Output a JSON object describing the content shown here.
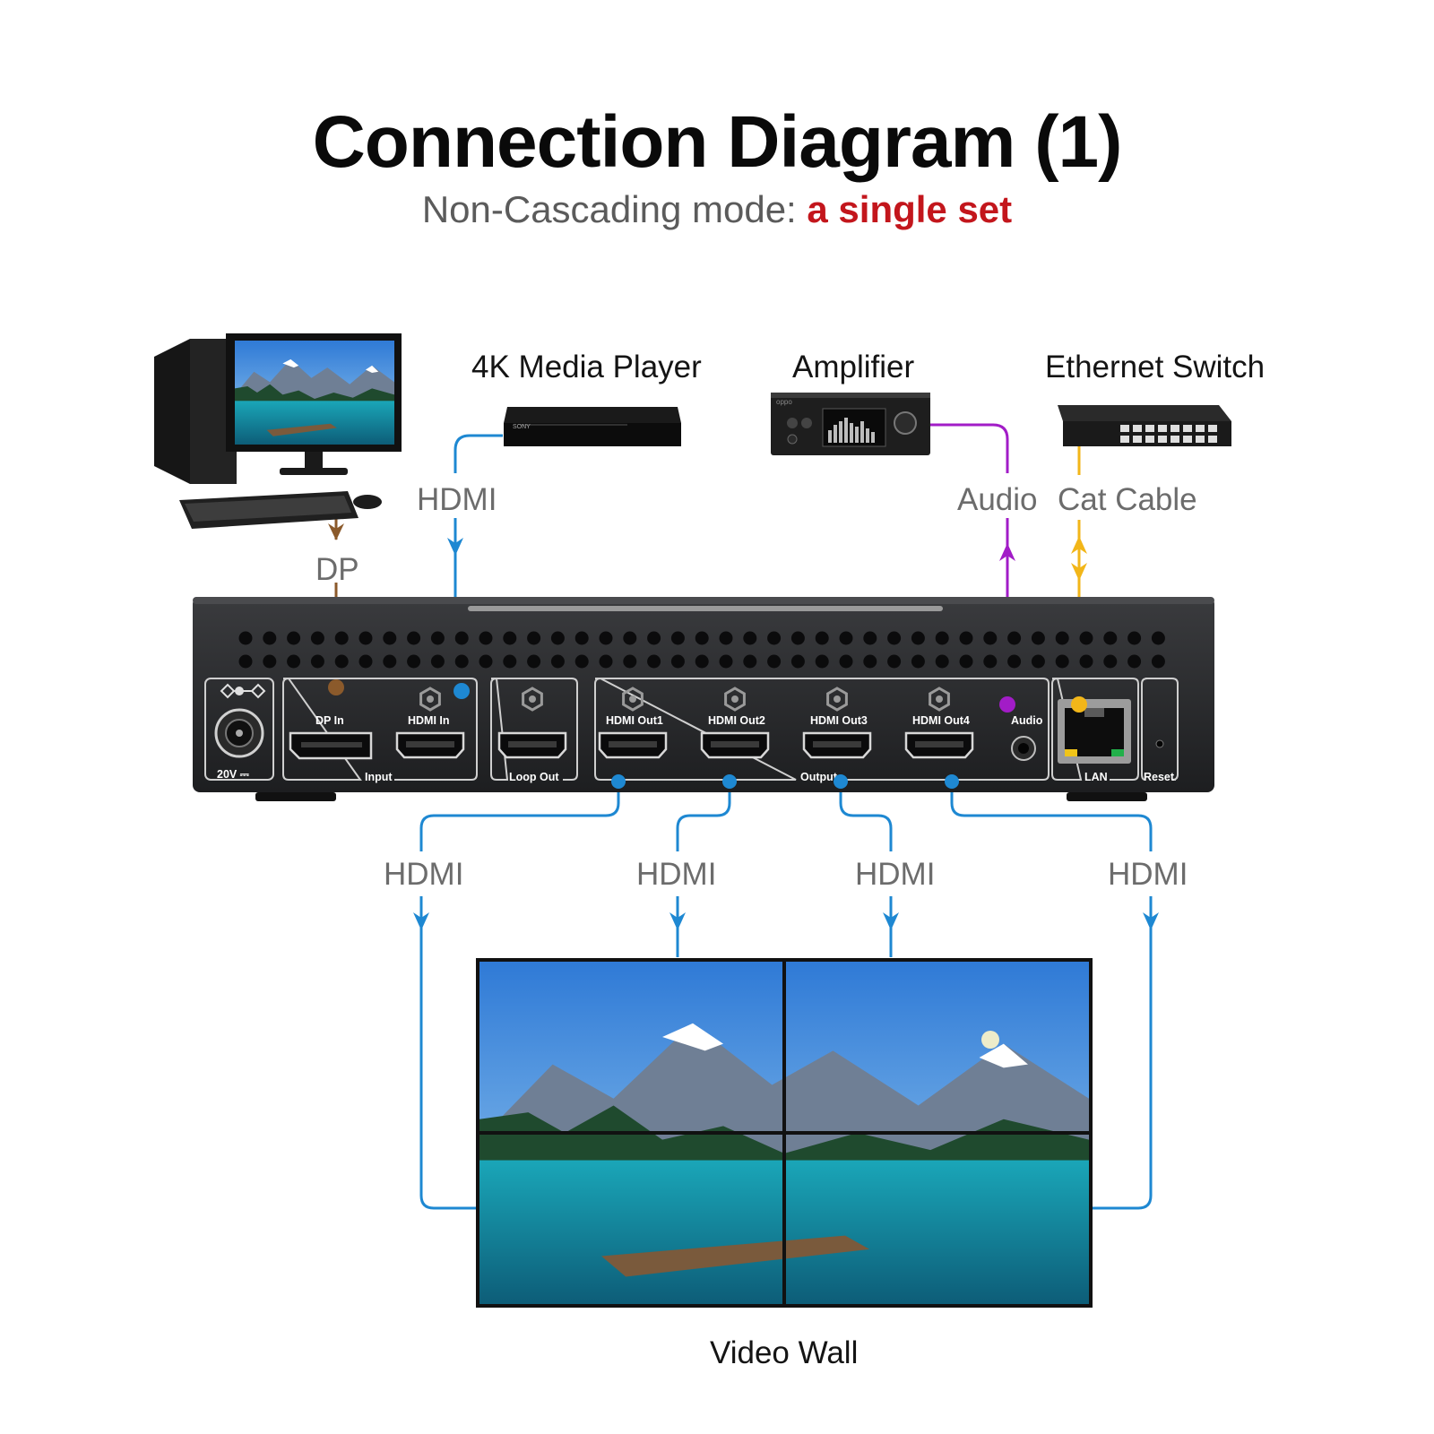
{
  "title": "Connection Diagram (1)",
  "subtitle": {
    "prefix": "Non-Cascading mode:",
    "highlight": "a single set"
  },
  "devices": {
    "media_player": "4K Media Player",
    "amplifier": "Amplifier",
    "ethernet_switch": "Ethernet Switch",
    "video_wall": "Video Wall"
  },
  "cables": {
    "dp": "DP",
    "hdmi_in": "HDMI",
    "audio": "Audio",
    "cat": "Cat Cable",
    "hdmi_out1": "HDMI",
    "hdmi_out2": "HDMI",
    "hdmi_out3": "HDMI",
    "hdmi_out4": "HDMI"
  },
  "ports": {
    "power": "20V ⎓",
    "dp_in": "DP In",
    "hdmi_in": "HDMI In",
    "out1": "HDMI Out1",
    "out2": "HDMI Out2",
    "out3": "HDMI Out3",
    "out4": "HDMI Out4",
    "audio": "Audio"
  },
  "groups": {
    "input": "Input",
    "loop_out": "Loop  Out",
    "output": "Output",
    "lan": "LAN",
    "reset": "Reset"
  },
  "brand": {
    "player": "SONY",
    "amp": "oppo"
  },
  "colors": {
    "hdmi": "#1e88d2",
    "dp": "#8b5a2b",
    "audio": "#a21cc7",
    "cat": "#f2b619",
    "highlight": "#c3161c"
  }
}
